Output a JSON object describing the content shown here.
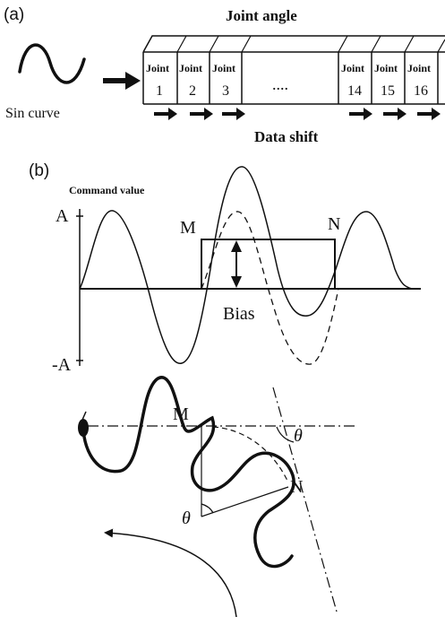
{
  "panel_a": {
    "label": "(a)",
    "title": "Joint angle",
    "sine_label": "Sin curve",
    "shift_label": "Data shift",
    "ellipsis": "....",
    "joint_word": "Joint",
    "joints": [
      "1",
      "2",
      "3",
      "14",
      "15",
      "16"
    ]
  },
  "panel_b": {
    "label": "(b)",
    "ylabel": "Command value",
    "amp_pos": "A",
    "amp_neg": "-A",
    "point_m": "M",
    "point_n": "N",
    "bias_label": "Bias",
    "robot_m": "M",
    "robot_n": "N",
    "theta": "θ"
  }
}
